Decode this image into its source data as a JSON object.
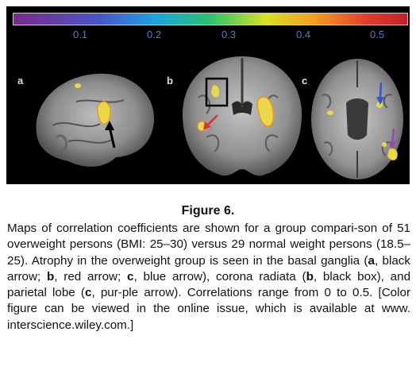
{
  "colorbar": {
    "ticks": [
      "0.1",
      "0.2",
      "0.3",
      "0.4",
      "0.5"
    ]
  },
  "panels": {
    "a": "a",
    "b": "b",
    "c": "c"
  },
  "caption": {
    "title": "Figure 6.",
    "body_parts": [
      {
        "t": "Maps of correlation coefficients are shown for a group compari-son of 51 overweight persons (BMI: 25–30) versus 29 normal weight persons (18.5–25). Atrophy in the overweight group is seen in the basal ganglia (",
        "b": false
      },
      {
        "t": "a",
        "b": true
      },
      {
        "t": ", black arrow; ",
        "b": false
      },
      {
        "t": "b",
        "b": true
      },
      {
        "t": ", red arrow; ",
        "b": false
      },
      {
        "t": "c",
        "b": true
      },
      {
        "t": ", blue arrow), corona radiata (",
        "b": false
      },
      {
        "t": "b",
        "b": true
      },
      {
        "t": ", black box), and parietal lobe (",
        "b": false
      },
      {
        "t": "c",
        "b": true
      },
      {
        "t": ", pur-ple arrow). Correlations range from 0 to 0.5. [Color figure can be viewed in the online issue, which is available at www. interscience.wiley.com.]",
        "b": false
      }
    ]
  },
  "colors": {
    "arrow_black": "#000000",
    "arrow_red": "#e0302a",
    "arrow_blue": "#3a55c8",
    "arrow_purple": "#8b4fb0",
    "activation": "#e8d84a"
  }
}
